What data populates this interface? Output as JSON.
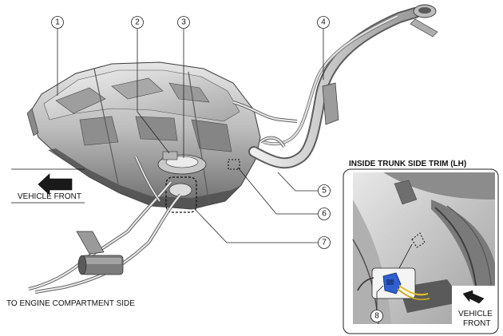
{
  "callouts": [
    "1",
    "2",
    "3",
    "4",
    "5",
    "6",
    "7",
    "8"
  ],
  "labels": {
    "vehicle_front_main": "VEHICLE FRONT",
    "engine_side": "TO ENGINE COMPARTMENT SIDE",
    "inset_title": "INSIDE TRUNK SIDE TRIM (LH)",
    "inset_vehicle": "VEHICLE",
    "inset_front": "FRONT"
  },
  "colors": {
    "tank_light": "#d6d6d6",
    "tank_mid": "#a9a9a9",
    "tank_dark": "#5e5e5e",
    "connector_blue": "#2f5fd0",
    "wire_yellow": "#e0c22a"
  }
}
